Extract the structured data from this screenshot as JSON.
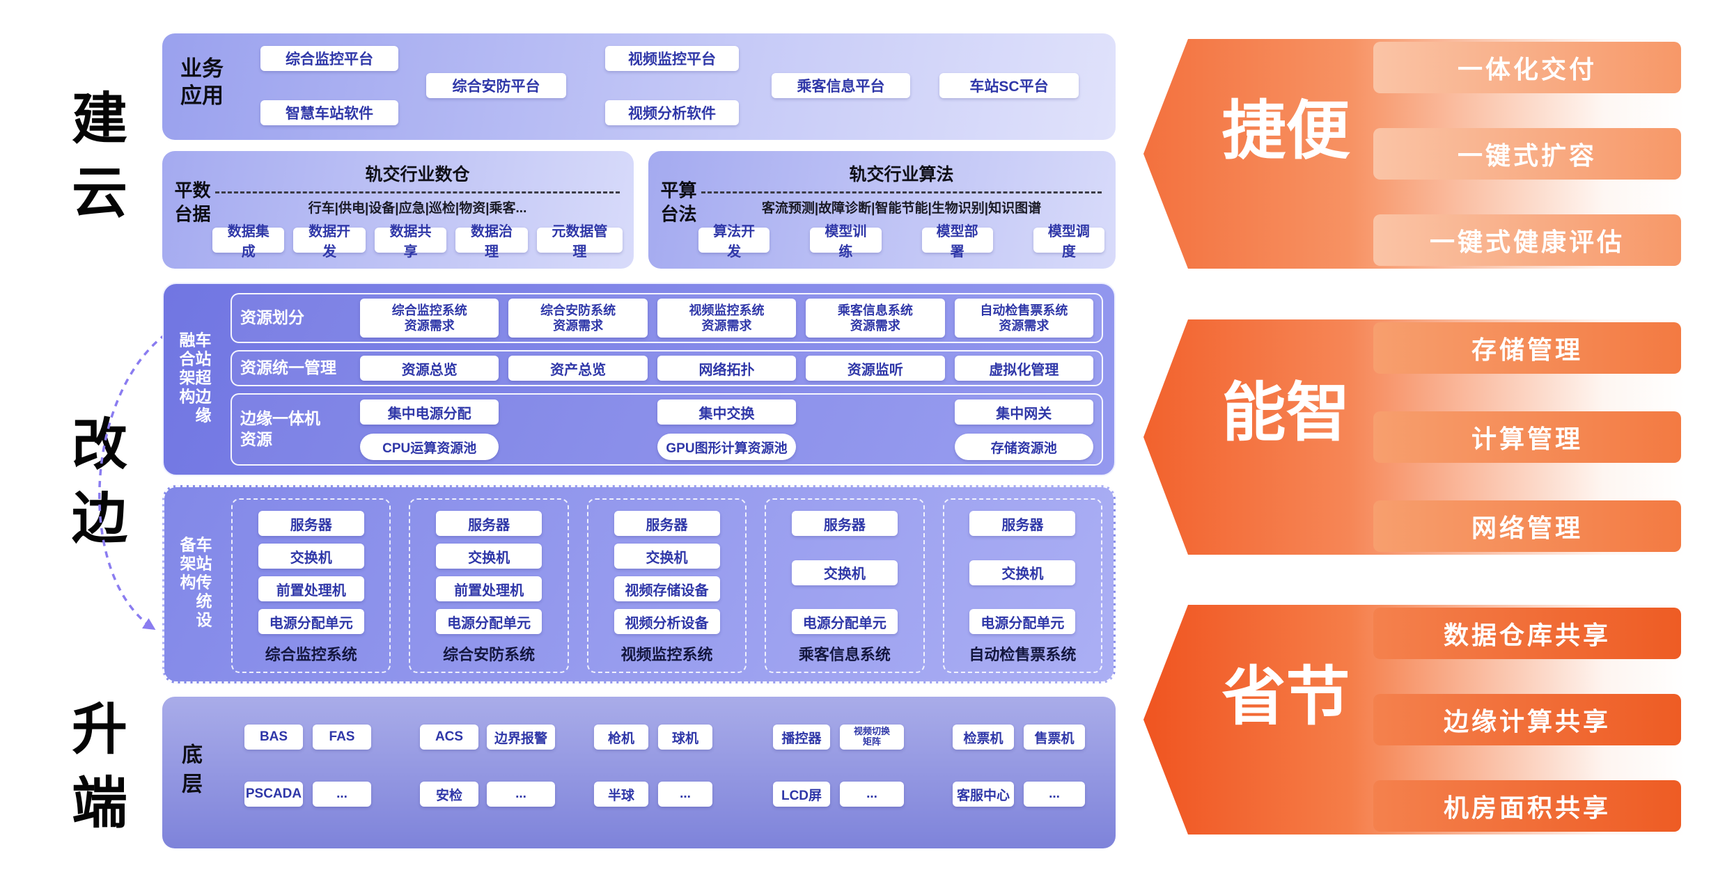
{
  "left_labels": {
    "build_cloud": "建云",
    "transform_edge": "改边",
    "upgrade_terminal": "升端"
  },
  "business": {
    "label": "业务\n应用",
    "items": [
      "综合监控平台",
      "视频监控平台",
      "综合安防平台",
      "乘客信息平台",
      "车站SC平台",
      "智慧车站软件",
      "视频分析软件"
    ]
  },
  "data_platform": {
    "label": "数据平台",
    "title": "轨交行业数仓",
    "subtitle": "行车|供电|设备|应急|巡检|物资|乘客...",
    "items": [
      "数据集成",
      "数据开发",
      "数据共享",
      "数据治理",
      "元数据管理"
    ]
  },
  "algo_platform": {
    "label": "算法平台",
    "title": "轨交行业算法",
    "subtitle": "客流预测|故障诊断|智能节能|生物识别|知识图谱",
    "items": [
      "算法开发",
      "模型训练",
      "模型部署",
      "模型调度"
    ]
  },
  "fusion": {
    "label": "车站超边缘融合架构",
    "partition": {
      "label": "资源划分",
      "items": [
        "综合监控系统\n资源需求",
        "综合安防系统\n资源需求",
        "视频监控系统\n资源需求",
        "乘客信息系统\n资源需求",
        "自动检售票系统\n资源需求"
      ]
    },
    "management": {
      "label": "资源统一管理",
      "items": [
        "资源总览",
        "资产总览",
        "网络拓扑",
        "资源监听",
        "虚拟化管理"
      ]
    },
    "edge": {
      "label": "边缘一体机\n资源",
      "boxes": [
        "集中电源分配",
        "集中交换",
        "集中网关"
      ],
      "pools": [
        "CPU运算资源池",
        "GPU图形计算资源池",
        "存储资源池"
      ]
    }
  },
  "legacy": {
    "label": "车站传统设备架构",
    "columns": [
      {
        "caption": "综合监控系统",
        "items": [
          "服务器",
          "交换机",
          "前置处理机",
          "电源分配单元"
        ]
      },
      {
        "caption": "综合安防系统",
        "items": [
          "服务器",
          "交换机",
          "前置处理机",
          "电源分配单元"
        ]
      },
      {
        "caption": "视频监控系统",
        "items": [
          "服务器",
          "交换机",
          "视频存储设备",
          "视频分析设备"
        ]
      },
      {
        "caption": "乘客信息系统",
        "items": [
          "服务器",
          "交换机",
          "电源分配单元"
        ]
      },
      {
        "caption": "自动检售票系统",
        "items": [
          "服务器",
          "交换机",
          "电源分配单元"
        ]
      }
    ]
  },
  "bottom": {
    "label": "底层",
    "row1": [
      "BAS",
      "FAS",
      "ACS",
      "边界报警",
      "枪机",
      "球机",
      "播控器",
      "视频切换\n矩阵",
      "检票机",
      "售票机"
    ],
    "row2": [
      "PSCADA",
      "...",
      "安检",
      "...",
      "半球",
      "...",
      "LCD屏",
      "...",
      "客服中心",
      "..."
    ]
  },
  "benefits": [
    {
      "title": "便捷",
      "items": [
        "一体化交付",
        "一键式扩容",
        "一键式健康评估"
      ]
    },
    {
      "title": "智能",
      "items": [
        "存储管理",
        "计算管理",
        "网络管理"
      ]
    },
    {
      "title": "节省",
      "items": [
        "数据仓库共享",
        "边缘计算共享",
        "机房面积共享"
      ]
    }
  ],
  "colors": {
    "purple_deep": "#7176e2",
    "purple_light": "#d8dbfa",
    "chip_text": "#2f37a8",
    "orange": "#f2612c"
  }
}
